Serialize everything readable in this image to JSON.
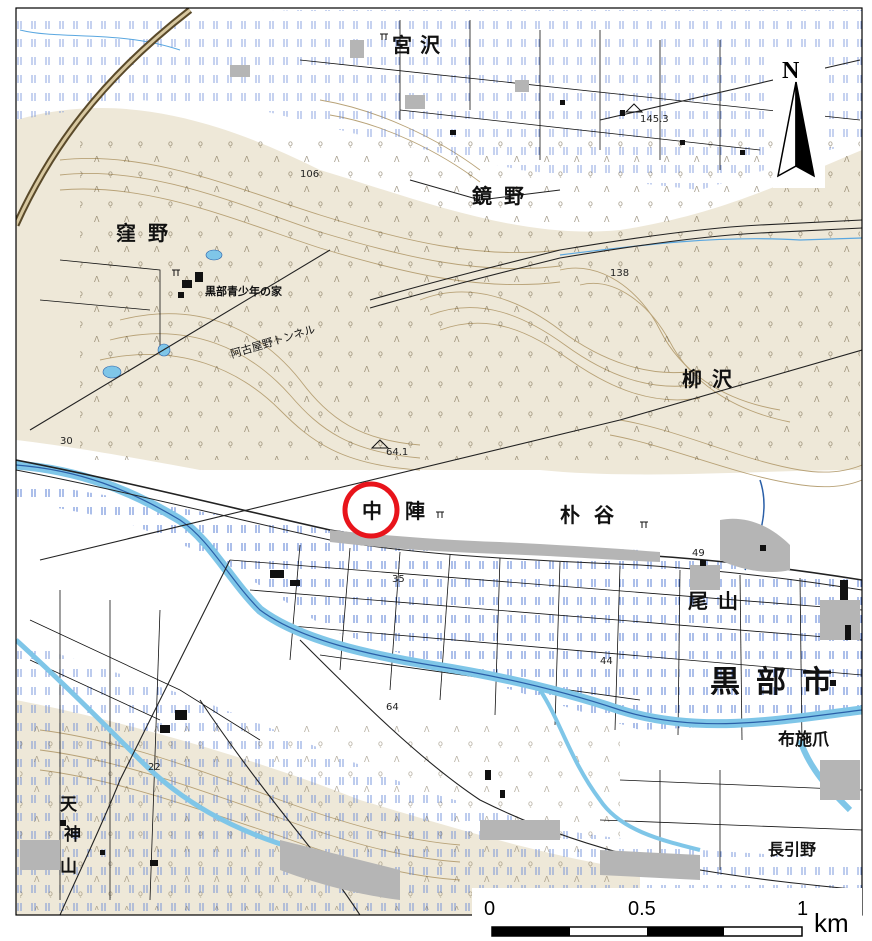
{
  "map": {
    "north_label": "N",
    "place_names": {
      "miyazawa": "宮沢",
      "kagamino": "鏡野",
      "kubono": "窪野",
      "kurobe_youth_house": "黒部青少年の家",
      "akioyano_tunnel": "阿古屋野トンネル",
      "yanagisawa": "柳沢",
      "nakajin_naka": "中",
      "nakajin_jin": "陣",
      "hokiya": "朴谷",
      "oyama": "尾山",
      "kurobe_city": "黒部市",
      "fusetsume": "布施爪",
      "nagahikino": "長引野",
      "tenjinyama_1": "天",
      "tenjinyama_2": "神",
      "tenjinyama_3": "山"
    },
    "elevations": {
      "e1453": "145.3",
      "e106": "106",
      "e138": "138",
      "e641": "64.1",
      "e30": "30",
      "e49": "49",
      "e35": "35",
      "e44": "44",
      "e64": "64",
      "e22": "22"
    },
    "highlight_color": "#e8141b",
    "scale_bar": {
      "tick0": "0",
      "tick_mid": "0.5",
      "tick_end": "1",
      "unit": "km"
    }
  }
}
